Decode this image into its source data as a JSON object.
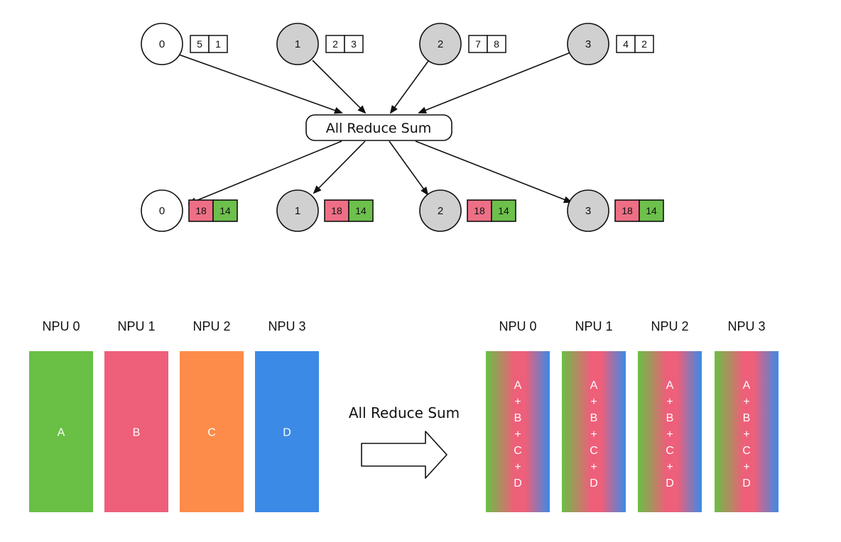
{
  "colors": {
    "green": "#6abf45",
    "pink": "#ee5f7a",
    "orange": "#fd8c4b",
    "blue": "#3b8ae6",
    "node_fill_gray": "#d0d0d0",
    "node_fill_white": "#ffffff",
    "cell_red": "#ee6f85",
    "cell_green": "#6dc04c"
  },
  "top": {
    "operation_label": "All Reduce Sum",
    "inputs": [
      {
        "rank": "0",
        "values": [
          "5",
          "1"
        ],
        "fill": "white"
      },
      {
        "rank": "1",
        "values": [
          "2",
          "3"
        ],
        "fill": "gray"
      },
      {
        "rank": "2",
        "values": [
          "7",
          "8"
        ],
        "fill": "gray"
      },
      {
        "rank": "3",
        "values": [
          "4",
          "2"
        ],
        "fill": "gray"
      }
    ],
    "outputs": [
      {
        "rank": "0",
        "values": [
          "18",
          "14"
        ],
        "fill": "white"
      },
      {
        "rank": "1",
        "values": [
          "18",
          "14"
        ],
        "fill": "gray"
      },
      {
        "rank": "2",
        "values": [
          "18",
          "14"
        ],
        "fill": "gray"
      },
      {
        "rank": "3",
        "values": [
          "18",
          "14"
        ],
        "fill": "gray"
      }
    ]
  },
  "bottom": {
    "operation_label": "All Reduce Sum",
    "before": [
      {
        "label": "NPU 0",
        "content": "A",
        "color": "#6abf45"
      },
      {
        "label": "NPU 1",
        "content": "B",
        "color": "#ee5f7a"
      },
      {
        "label": "NPU 2",
        "content": "C",
        "color": "#fd8c4b"
      },
      {
        "label": "NPU 3",
        "content": "D",
        "color": "#3b8ae6"
      }
    ],
    "after": [
      {
        "label": "NPU 0",
        "content": [
          "A",
          "+",
          "B",
          "+",
          "C",
          "+",
          "D"
        ]
      },
      {
        "label": "NPU 1",
        "content": [
          "A",
          "+",
          "B",
          "+",
          "C",
          "+",
          "D"
        ]
      },
      {
        "label": "NPU 2",
        "content": [
          "A",
          "+",
          "B",
          "+",
          "C",
          "+",
          "D"
        ]
      },
      {
        "label": "NPU 3",
        "content": [
          "A",
          "+",
          "B",
          "+",
          "C",
          "+",
          "D"
        ]
      }
    ]
  }
}
